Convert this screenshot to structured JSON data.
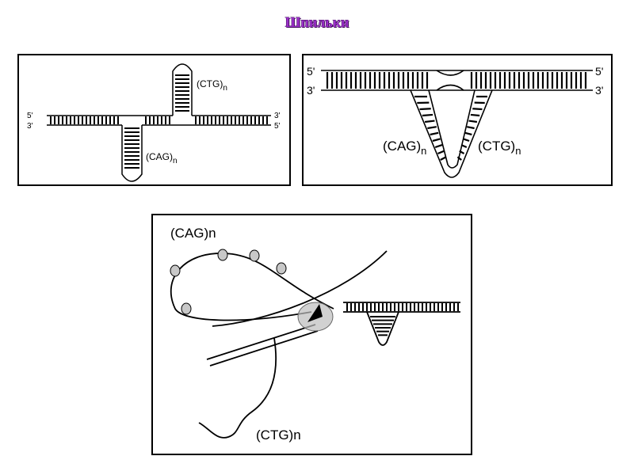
{
  "title": "Шпильки",
  "panel_top_left": {
    "end_top_left": "5'",
    "end_bottom_left": "3'",
    "end_top_right": "3'",
    "end_bottom_right": "5'",
    "hairpin_up": "(CTG)",
    "hairpin_down": "(CAG)",
    "subscript": "n"
  },
  "panel_top_right": {
    "end_top_left": "5'",
    "end_bottom_left": "3'",
    "end_top_right": "5'",
    "end_bottom_right": "3'",
    "label_left": "(CAG)",
    "label_right": "(CTG)",
    "subscript": "n"
  },
  "panel_bottom": {
    "label_loop": "(CAG)n",
    "label_strand": "(CTG)n"
  }
}
